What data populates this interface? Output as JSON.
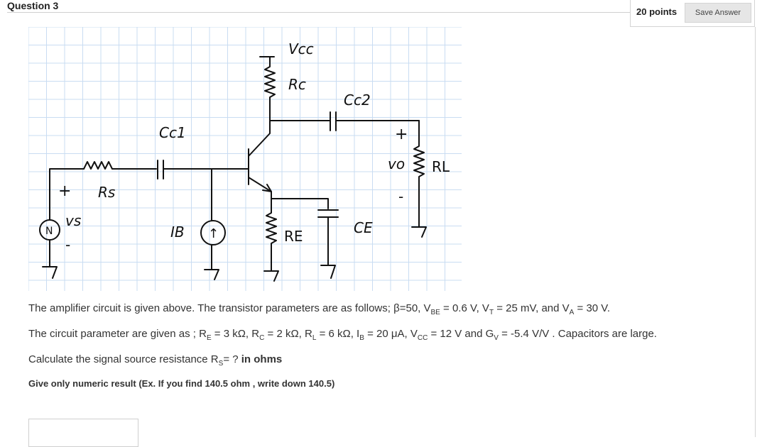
{
  "question": {
    "title": "Question 3",
    "points": "20 points",
    "save_label": "Save Answer"
  },
  "circuit": {
    "vcc": "Vcc",
    "rc": "Rc",
    "cc2": "Cc2",
    "cc1": "Cc1",
    "plus_out": "+",
    "vo": "vo",
    "rl": "RL",
    "minus_out": "-",
    "plus_in": "+",
    "rs": "Rs",
    "source_symbol": "N",
    "vs": "vs",
    "minus_in": "-",
    "ib": "IB",
    "current_arrow": "↑",
    "re": "RE",
    "ce": "CE"
  },
  "text": {
    "p1": {
      "a": "The amplifier circuit is given above. The transistor parameters are as follows; β=50, V",
      "s1": "BE",
      "b": " = 0.6 V, V",
      "s2": "T",
      "c": " = 25 mV, and V",
      "s3": "A",
      "d": " = 30 V."
    },
    "p2": {
      "a": "The circuit parameter are given as ; R",
      "s1": "E",
      "b": " = 3 kΩ, R",
      "s2": "C",
      "c": " = 2 kΩ,  R",
      "s3": "L",
      "d": " = 6 kΩ, I",
      "s4": "B",
      "e": " = 20 μA, V",
      "s5": "CC",
      "f": " = 12 V and G",
      "s6": "V",
      "g": " = -5.4 V/V . Capacitors are large."
    },
    "p3": {
      "a": "Calculate the signal source resistance R",
      "s1": "S",
      "b": "= ? ",
      "bold": "in ohms"
    },
    "p4": "Give only numeric result (Ex. If you find 140.5 ohm , write down 140.5)"
  },
  "answer": {
    "value": "",
    "placeholder": ""
  }
}
